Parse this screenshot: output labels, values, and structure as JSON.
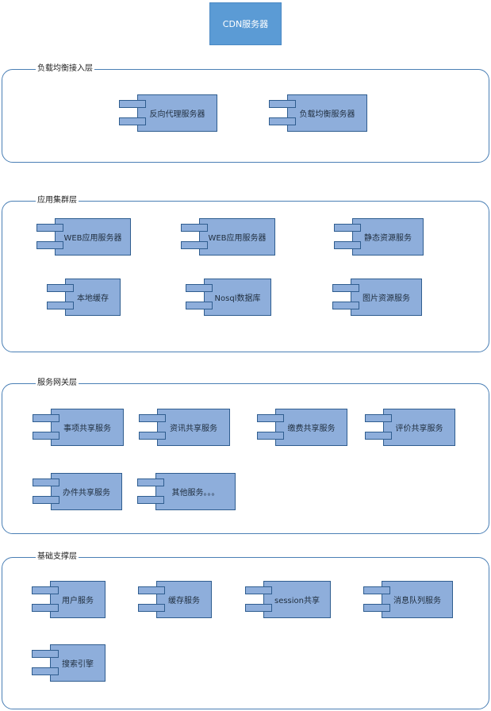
{
  "cdn": {
    "label": "CDN服务器"
  },
  "layers": [
    {
      "title": "负载均衡接入层",
      "components": [
        "反向代理服务器",
        "负载均衡服务器"
      ]
    },
    {
      "title": "应用集群层",
      "components": [
        "WEB应用服务器",
        "WEB应用服务器",
        "静态资源服务",
        "本地缓存",
        "Nosql数据库",
        "图片资源服务"
      ]
    },
    {
      "title": "服务网关层",
      "components": [
        "事项共享服务",
        "资讯共享服务",
        "缴费共享服务",
        "评价共享服务",
        "办件共享服务",
        "其他服务。。。"
      ]
    },
    {
      "title": "基础支撑层",
      "components": [
        "用户服务",
        "缓存服务",
        "session共享",
        "消息队列服务",
        "搜索引擎"
      ]
    }
  ]
}
